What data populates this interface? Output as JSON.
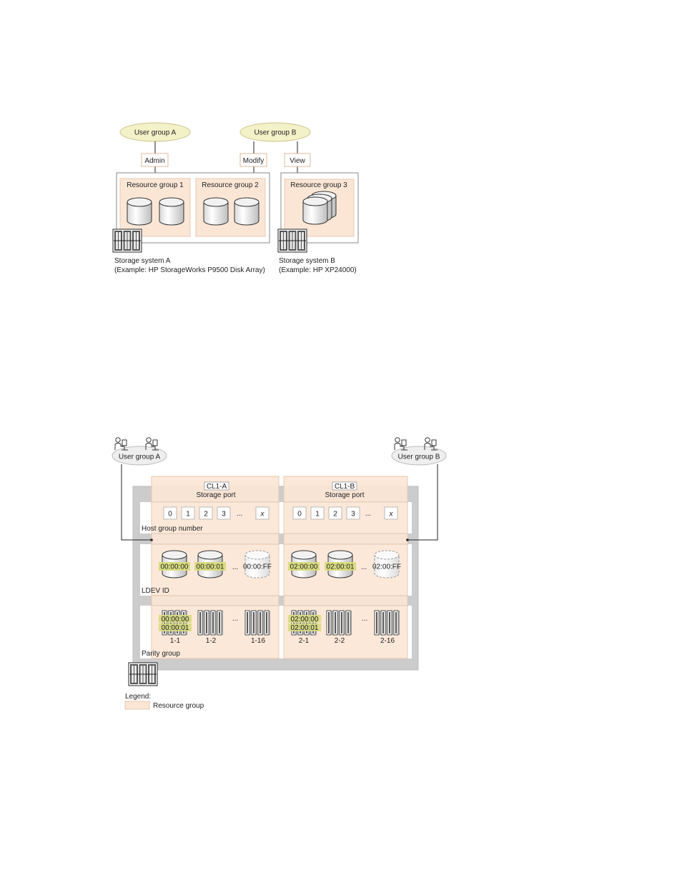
{
  "diagram1": {
    "user_group_a": "User group A",
    "user_group_b": "User group B",
    "role_admin": "Admin",
    "role_modify": "Modify",
    "role_view": "View",
    "resource_group_1": "Resource group 1",
    "resource_group_2": "Resource group 2",
    "resource_group_3": "Resource group 3",
    "storage_a_line1": "Storage system A",
    "storage_a_line2": "(Example: HP StorageWorks P9500 Disk Array)",
    "storage_b_line1": "Storage system B",
    "storage_b_line2": "(Example: HP XP24000)"
  },
  "diagram2": {
    "user_group_a": "User group A",
    "user_group_b": "User group B",
    "port_a_name": "CL1-A",
    "port_b_name": "CL1-B",
    "storage_port_label": "Storage port",
    "host_groups_a": [
      "0",
      "1",
      "2",
      "3",
      "x"
    ],
    "host_groups_b": [
      "0",
      "1",
      "2",
      "3",
      "x"
    ],
    "ellipsis": "...",
    "host_group_number_label": "Host group number",
    "ldev_ids_a": [
      "00:00:00",
      "00:00:01",
      "00:00:FF"
    ],
    "ldev_ids_b": [
      "02:00:00",
      "02:00:01",
      "02:00:FF"
    ],
    "ldev_id_label": "LDEV ID",
    "parity_a_ids": [
      "00:00:00",
      "00:00:01"
    ],
    "parity_b_ids": [
      "02:00:00",
      "02:00:01"
    ],
    "parity_groups_a": [
      "1-1",
      "1-2",
      "1-16"
    ],
    "parity_groups_b": [
      "2-1",
      "2-2",
      "2-16"
    ],
    "parity_group_label": "Parity group",
    "legend_title": "Legend:",
    "legend_resource_group": "Resource group"
  },
  "colors": {
    "resource_group_fill": "#fbe6d6",
    "resource_group_border": "#e8c8b0",
    "user_group_fill": "#f3f1c8",
    "ldev_highlight": "#d8dc80",
    "storage_frame": "#cccccc"
  }
}
